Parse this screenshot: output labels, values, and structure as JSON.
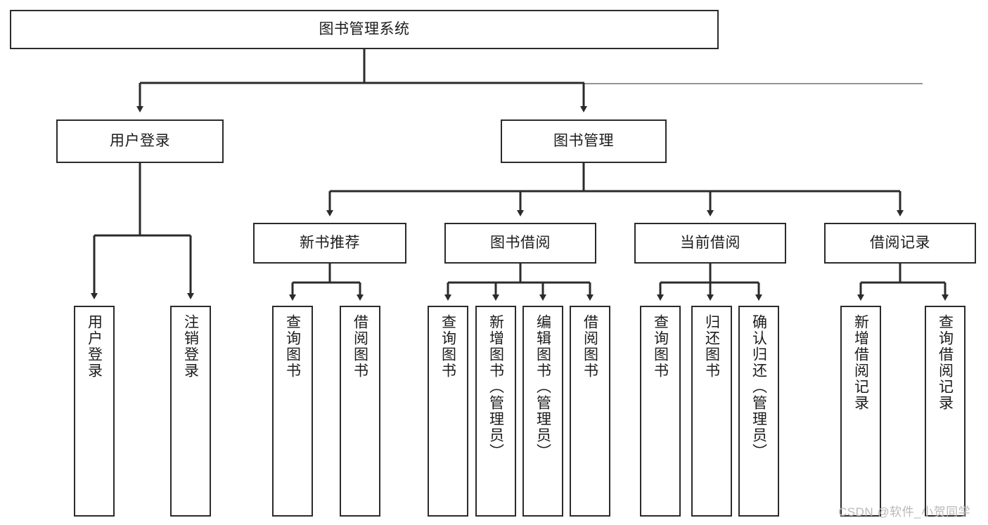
{
  "diagram": {
    "title": "图书管理系统",
    "type": "hierarchy-tree",
    "watermark": "CSDN @软件_小贺同学",
    "colors": {
      "stroke": "#2b2b2b",
      "fill": "#ffffff",
      "text": "#1c1c1c",
      "watermark": "#b9b9b9"
    },
    "nodes": {
      "root": {
        "label": "图书管理系统"
      },
      "level2": [
        {
          "id": "user-login",
          "label": "用户登录"
        },
        {
          "id": "book-manage",
          "label": "图书管理"
        }
      ],
      "level3": [
        {
          "id": "new-book-recommend",
          "label": "新书推荐"
        },
        {
          "id": "book-borrow",
          "label": "图书借阅"
        },
        {
          "id": "current-borrow",
          "label": "当前借阅"
        },
        {
          "id": "borrow-record",
          "label": "借阅记录"
        }
      ],
      "leaves": {
        "user-login": [
          {
            "id": "leaf-user-login",
            "label": "用户登录"
          },
          {
            "id": "leaf-logout",
            "label": "注销登录"
          }
        ],
        "new-book-recommend": [
          {
            "id": "leaf-query-book-1",
            "label": "查询图书"
          },
          {
            "id": "leaf-borrow-book-1",
            "label": "借阅图书"
          }
        ],
        "book-borrow": [
          {
            "id": "leaf-query-book-2",
            "label": "查询图书"
          },
          {
            "id": "leaf-add-book",
            "label": "新增图书（管理员）"
          },
          {
            "id": "leaf-edit-book",
            "label": "编辑图书（管理员）"
          },
          {
            "id": "leaf-borrow-book-2",
            "label": "借阅图书"
          }
        ],
        "current-borrow": [
          {
            "id": "leaf-query-book-3",
            "label": "查询图书"
          },
          {
            "id": "leaf-return-book",
            "label": "归还图书"
          },
          {
            "id": "leaf-confirm-return",
            "label": "确认归还（管理员）"
          }
        ],
        "borrow-record": [
          {
            "id": "leaf-add-record",
            "label": "新增借阅记录"
          },
          {
            "id": "leaf-query-record",
            "label": "查询借阅记录"
          }
        ]
      }
    }
  }
}
